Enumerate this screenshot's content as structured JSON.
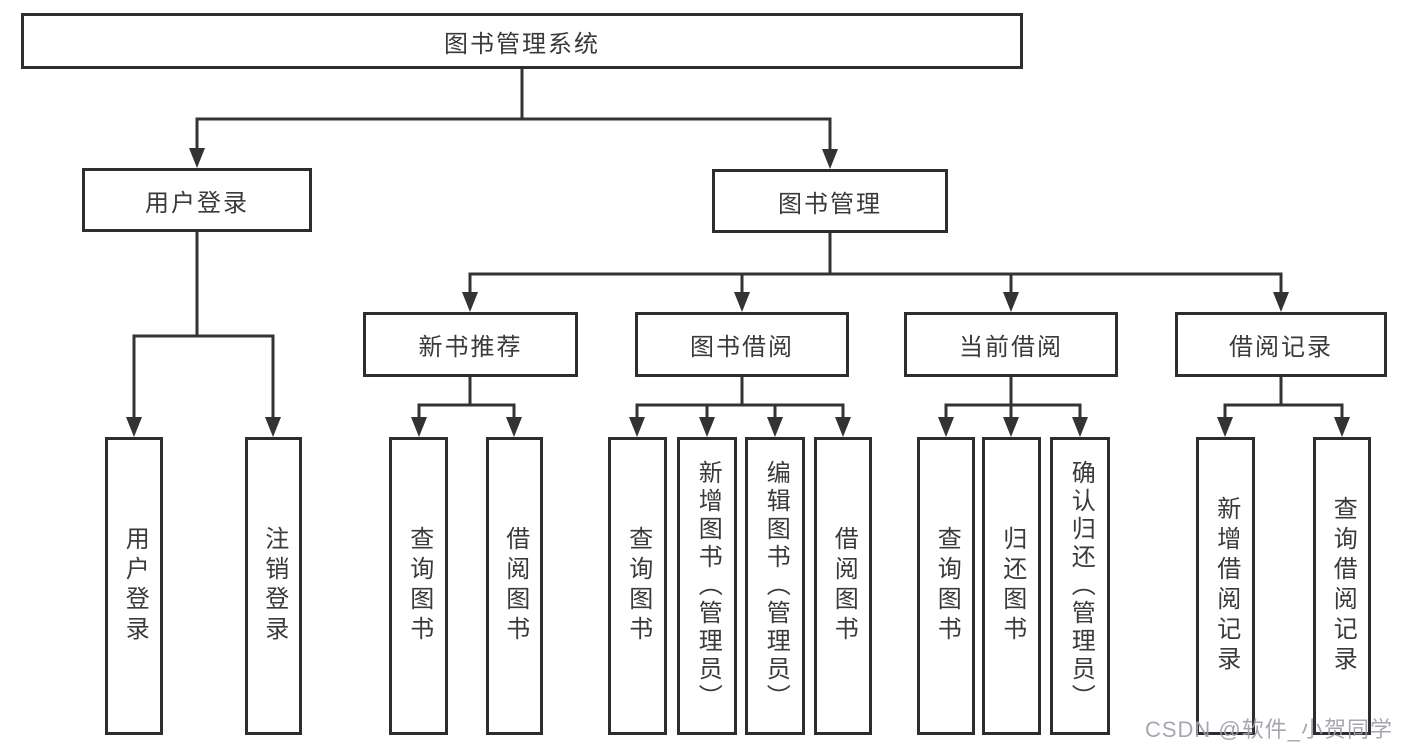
{
  "root": {
    "label": "图书管理系统"
  },
  "branches": {
    "user_login": {
      "label": "用户登录",
      "children": [
        "用户登录",
        "注销登录"
      ]
    },
    "book_mgmt": {
      "label": "图书管理",
      "children": {
        "new_book": {
          "label": "新书推荐",
          "children": [
            "查询图书",
            "借阅图书"
          ]
        },
        "book_borrow": {
          "label": "图书借阅",
          "children": [
            "查询图书",
            "新增图书（管理员）",
            "编辑图书（管理员）",
            "借阅图书"
          ]
        },
        "current_borrow": {
          "label": "当前借阅",
          "children": [
            "查询图书",
            "归还图书",
            "确认归还（管理员）"
          ]
        },
        "borrow_record": {
          "label": "借阅记录",
          "children": [
            "新增借阅记录",
            "查询借阅记录"
          ]
        }
      }
    }
  },
  "watermark": "CSDN @软件_小贺同学",
  "colors": {
    "background": "#ffffff",
    "box_border": "#2d2d2d",
    "line": "#333333",
    "text": "#3a3a3a",
    "watermark": "#9e9eaa"
  }
}
